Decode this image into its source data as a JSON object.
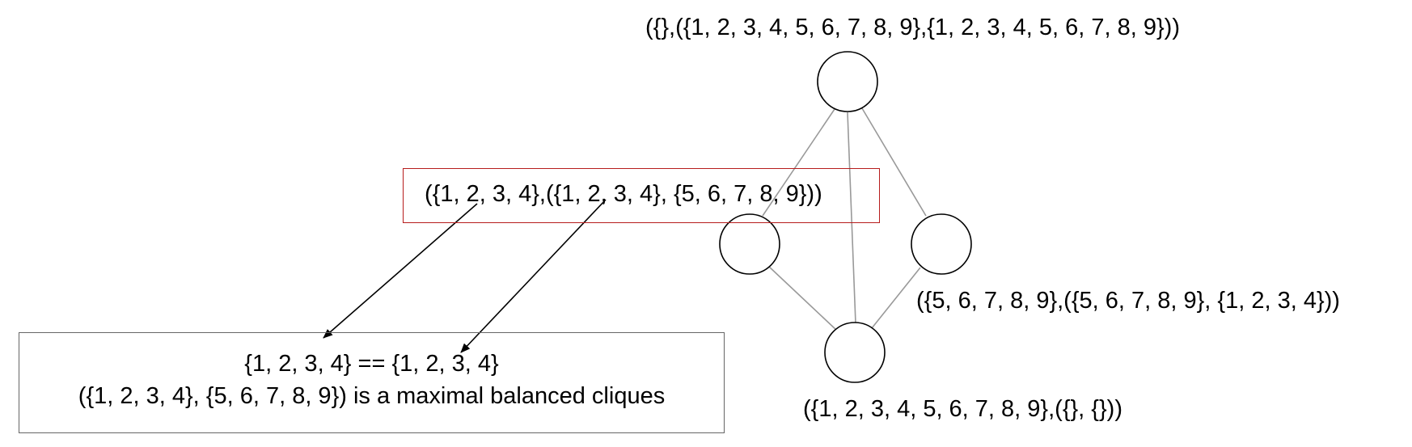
{
  "nodes": {
    "top": {
      "label": "({},({1, 2, 3, 4, 5, 6, 7, 8, 9},{1, 2, 3, 4, 5, 6, 7, 8, 9}))"
    },
    "left": {
      "label": "({1, 2, 3, 4},({1, 2, 3, 4}, {5, 6, 7, 8, 9}))"
    },
    "right": {
      "label": "({5, 6, 7, 8, 9},({5, 6, 7, 8, 9}, {1, 2, 3, 4}))"
    },
    "bottom": {
      "label": "({1, 2, 3, 4, 5, 6, 7, 8, 9},({}, {}))"
    }
  },
  "edges": [
    [
      "top",
      "left"
    ],
    [
      "top",
      "right"
    ],
    [
      "top",
      "bottom"
    ],
    [
      "left",
      "bottom"
    ],
    [
      "right",
      "bottom"
    ]
  ],
  "result": {
    "line1": "{1, 2, 3, 4} == {1, 2, 3, 4}",
    "line2": "({1, 2, 3, 4}, {5, 6, 7, 8, 9}) is a maximal balanced cliques"
  },
  "colors": {
    "edge": "#999999",
    "highlight_border": "#b71c1c",
    "result_border": "#666666",
    "arrow": "#000000"
  }
}
